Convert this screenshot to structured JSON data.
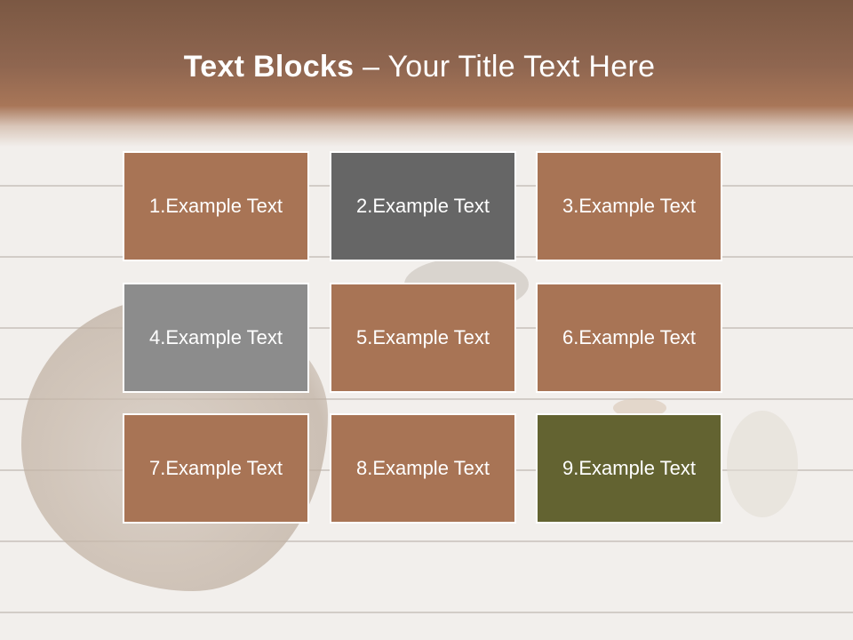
{
  "title": {
    "bold": "Text Blocks",
    "dash": " – ",
    "rest": "Your Title Text Here"
  },
  "blocks": [
    {
      "label": "1.Example Text",
      "color": "#a87455"
    },
    {
      "label": "2.Example Text",
      "color": "#666666"
    },
    {
      "label": "3.Example Text",
      "color": "#a87455"
    },
    {
      "label": "4.Example Text",
      "color": "#8c8c8c"
    },
    {
      "label": "5.Example Text",
      "color": "#a87455"
    },
    {
      "label": "6.Example Text",
      "color": "#a87455"
    },
    {
      "label": "7.Example Text",
      "color": "#a87455"
    },
    {
      "label": "8.Example Text",
      "color": "#a87455"
    },
    {
      "label": "9.Example Text",
      "color": "#636331"
    }
  ]
}
